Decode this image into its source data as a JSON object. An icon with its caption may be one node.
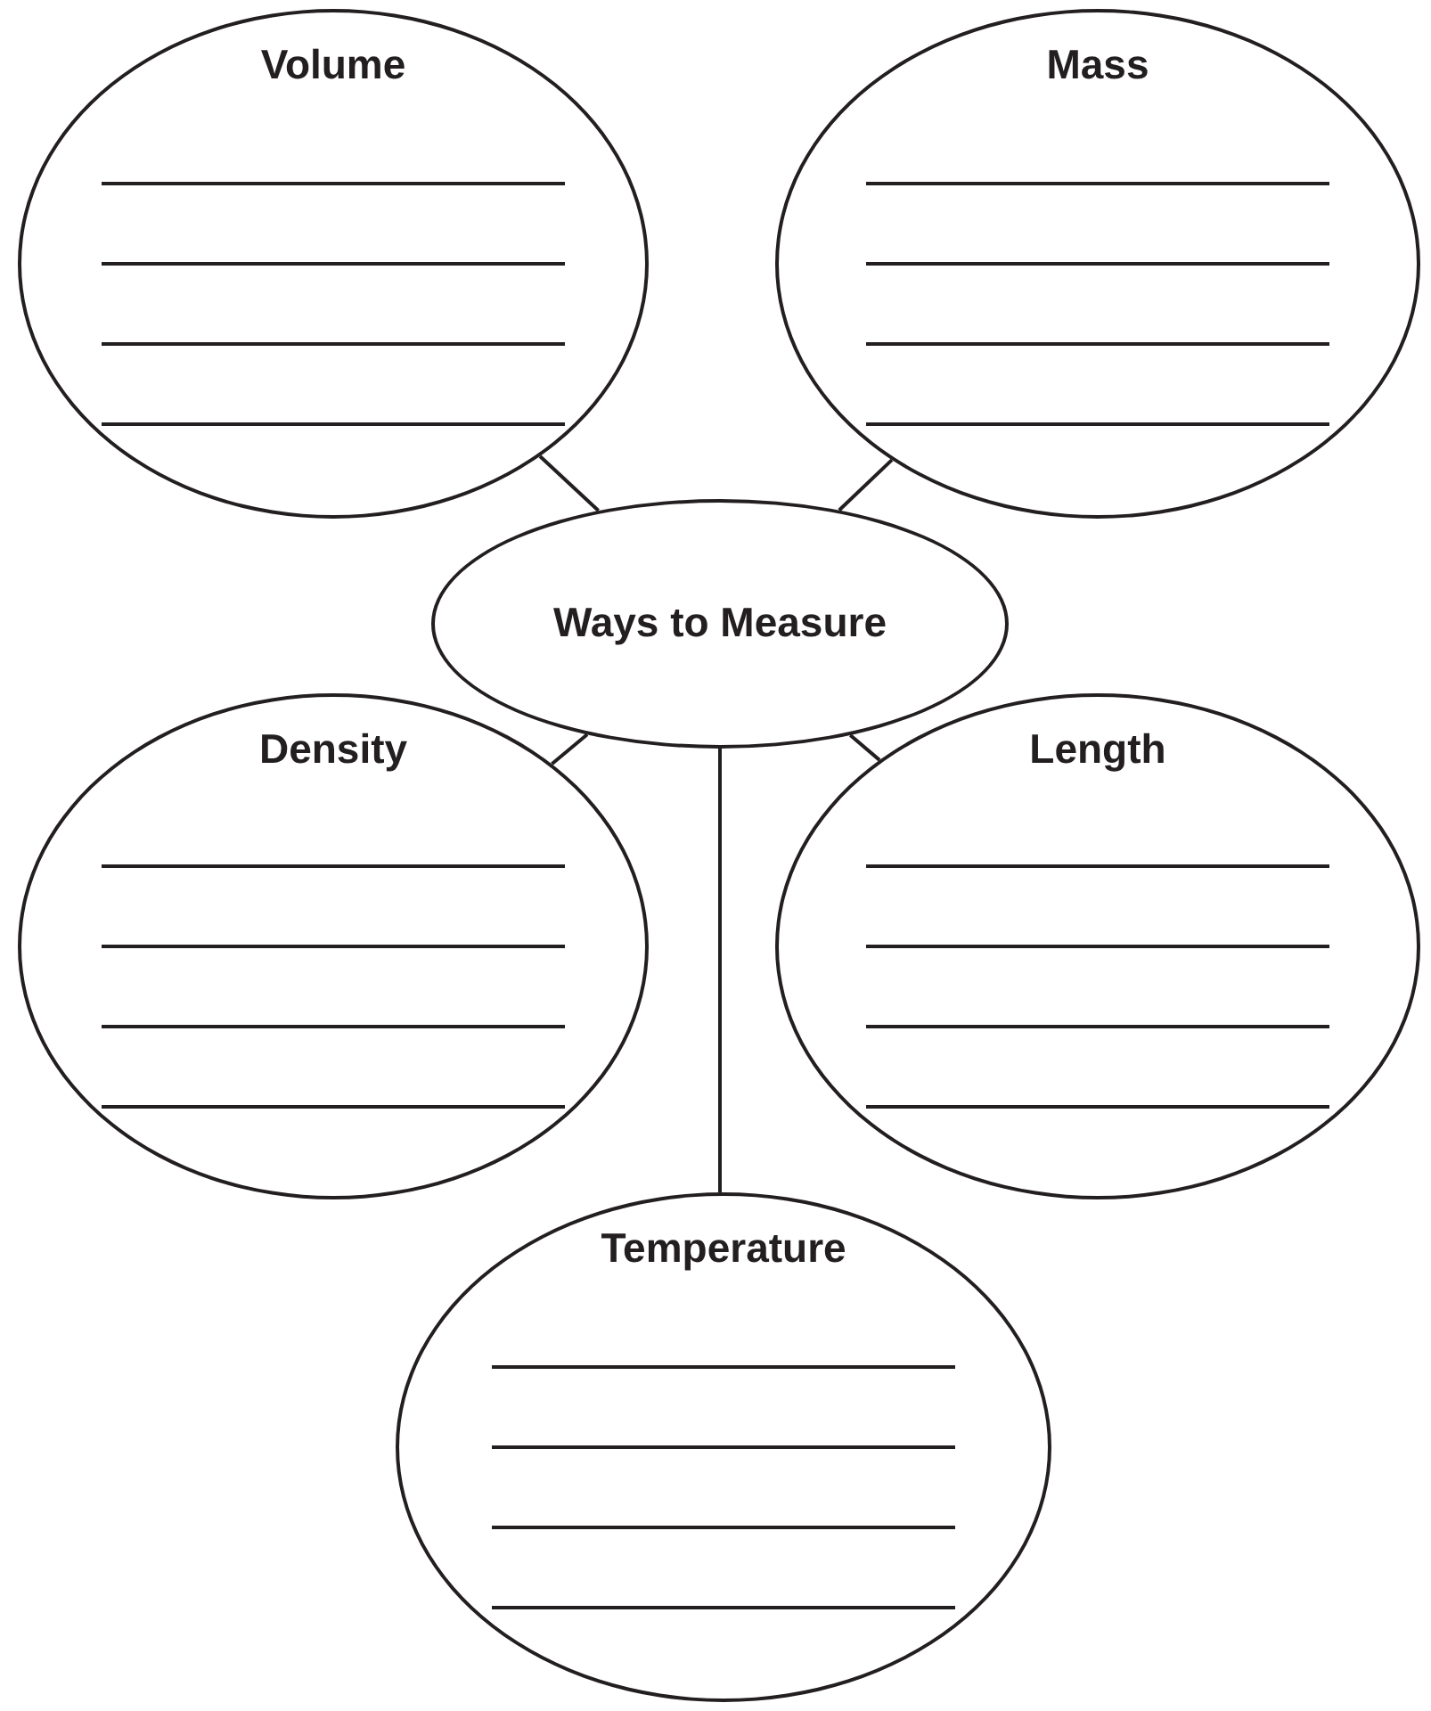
{
  "diagram": {
    "nodes": [
      {
        "text": [
          "Volume"
        ]
      },
      {
        "text": [
          "Mass"
        ]
      },
      {
        "text": [
          "Ways to Measure"
        ]
      },
      {
        "text": [
          "Density"
        ]
      },
      {
        "text": [
          "Length"
        ]
      },
      {
        "text": [
          "Temperature"
        ]
      }
    ],
    "edges": [
      {
        "from": 2,
        "to": 0,
        "arrow": "none"
      },
      {
        "from": 2,
        "to": 1,
        "arrow": "none"
      },
      {
        "from": 2,
        "to": 3,
        "arrow": "none"
      },
      {
        "from": 2,
        "to": 4,
        "arrow": "none"
      },
      {
        "from": 2,
        "to": 5,
        "arrow": "none"
      }
    ]
  }
}
